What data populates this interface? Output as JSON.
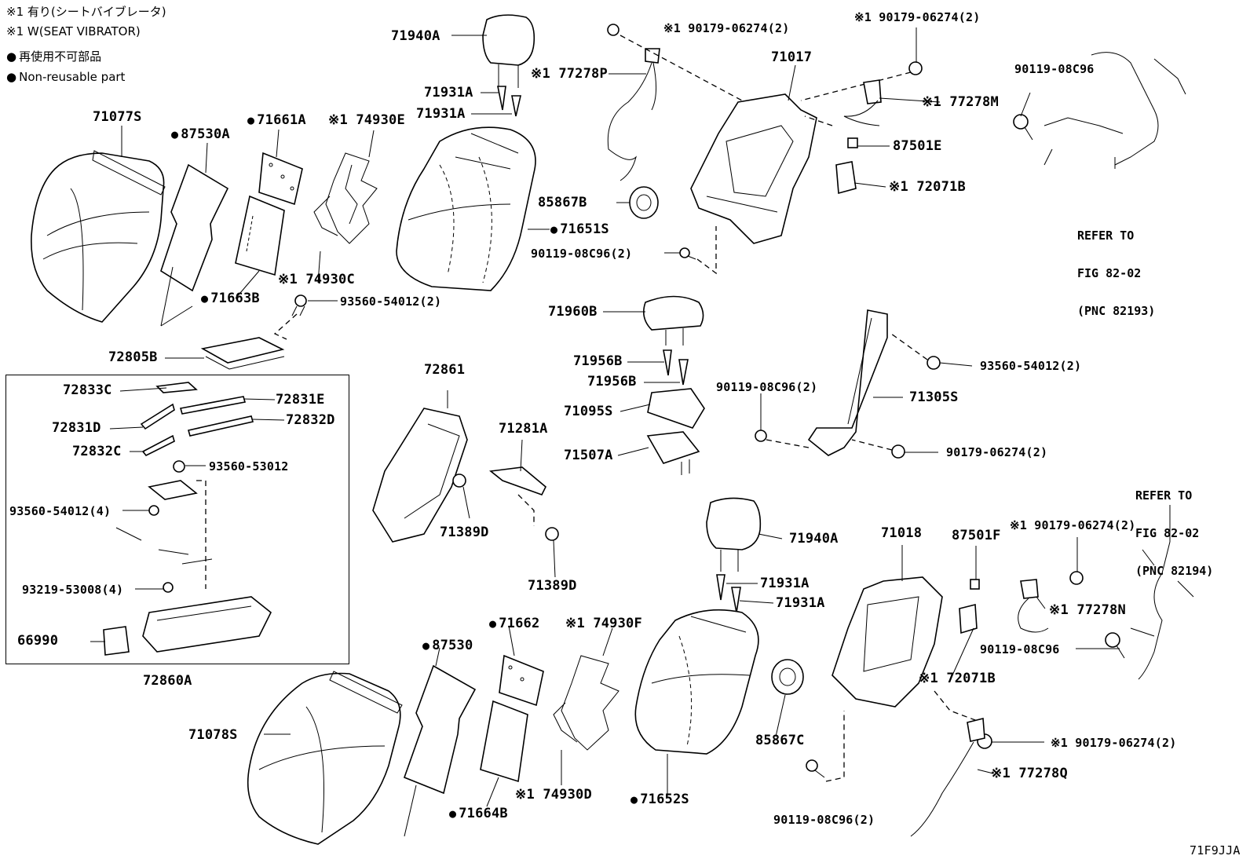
{
  "notes": {
    "line1": "※1 有り(シートバイブレータ)",
    "line2": "※1 W(SEAT VIBRATOR)",
    "line3": "再使用不可部品",
    "line4": "Non-reusable part"
  },
  "figure_id": "71F9JJA",
  "box_label": "72860A",
  "refer1": {
    "l1": "REFER TO",
    "l2": "FIG 82-02",
    "l3": "(PNC 82193)"
  },
  "refer2": {
    "l1": "REFER TO",
    "l2": "FIG 82-02",
    "l3": "(PNC 82194)"
  },
  "labels": {
    "p71940A_top": "71940A",
    "p71931A_t1": "71931A",
    "p71931A_t2": "71931A",
    "p177278P": "※1 77278P",
    "p190179_a": "※1 90179-06274(2)",
    "p190179_b": "※1 90179-06274(2)",
    "p71017": "71017",
    "p177278M": "※1 77278M",
    "p90119_tr": "90119-08C96",
    "p87501E": "87501E",
    "p172071B_t": "※1 72071B",
    "p85867B": "85867B",
    "p71651S": "71651S",
    "p90119_2a": "90119-08C96(2)",
    "p71077S": "71077S",
    "p87530A": "87530A",
    "p71661A": "71661A",
    "p174930E": "※1 74930E",
    "p174930C": "※1 74930C",
    "p71663B": "71663B",
    "p93560_2a": "93560-54012(2)",
    "p72805B": "72805B",
    "p72833C": "72833C",
    "p72831E": "72831E",
    "p72831D": "72831D",
    "p72832D": "72832D",
    "p72832C": "72832C",
    "p93560_53012": "93560-53012",
    "p93560_4": "93560-54012(4)",
    "p93219_4": "93219-53008(4)",
    "p66990": "66990",
    "p72861": "72861",
    "p71281A": "71281A",
    "p71389D_a": "71389D",
    "p71389D_b": "71389D",
    "p71960B": "71960B",
    "p71956B_a": "71956B",
    "p71956B_b": "71956B",
    "p71095S": "71095S",
    "p71507A": "71507A",
    "p90119_2b": "90119-08C96(2)",
    "p93560_2b": "93560-54012(2)",
    "p71305S": "71305S",
    "p90179_2": "90179-06274(2)",
    "p71940A_bot": "71940A",
    "p71931A_b1": "71931A",
    "p71931A_b2": "71931A",
    "p71018": "71018",
    "p87501F": "87501F",
    "p190179_c": "※1 90179-06274(2)",
    "p177278N": "※1 77278N",
    "p90119_br": "90119-08C96",
    "p172071B_b": "※1 72071B",
    "p190179_d": "※1 90179-06274(2)",
    "p177278Q": "※1 77278Q",
    "p85867C": "85867C",
    "p90119_2c": "90119-08C96(2)",
    "p71652S": "71652S",
    "p174930D": "※1 74930D",
    "p71664B": "71664B",
    "p87530": "87530",
    "p71662": "71662",
    "p174930F": "※1 74930F",
    "p71078S": "71078S"
  }
}
